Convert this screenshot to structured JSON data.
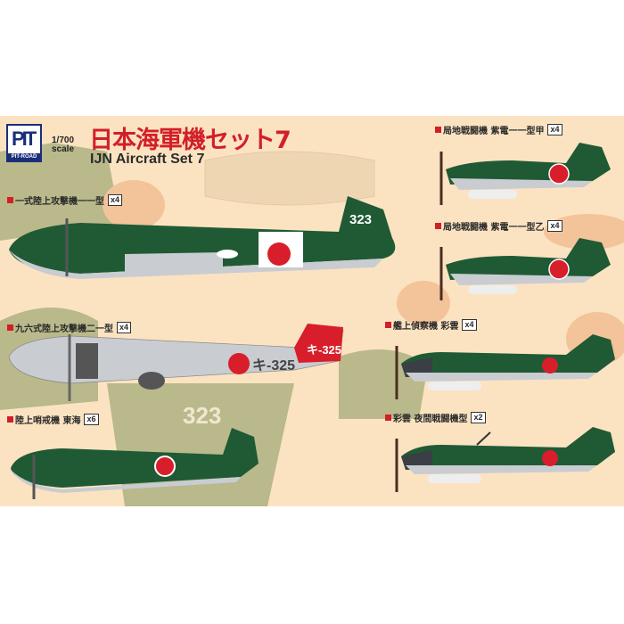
{
  "brand": {
    "logo_text": "PIT-ROAD",
    "scale": [
      "1/700",
      "scale"
    ]
  },
  "title": {
    "jp": "日本海軍機セット7",
    "en": "IJN Aircraft Set 7"
  },
  "kits": [
    {
      "name": "一式陸上攻撃機一一型",
      "count": "x4",
      "tail_code": "323"
    },
    {
      "name": "九六式陸上攻撃機二一型",
      "count": "x4",
      "tail_code": "キ-325",
      "fuselage_code": "キ-325"
    },
    {
      "name": "陸上哨戒機 東海",
      "count": "x6"
    },
    {
      "name": "局地戦闘機 紫電一一型甲",
      "count": "x4"
    },
    {
      "name": "局地戦闘機 紫電一一型乙",
      "count": "x4"
    },
    {
      "name": "艦上偵察機 彩雲",
      "count": "x4"
    },
    {
      "name": "彩雲 夜間戦闘機型",
      "count": "x2"
    }
  ],
  "background_code": "323",
  "colors": {
    "background": "#fbe3c1",
    "navy_green": "#1f5a35",
    "hinomaru": "#d81e2a",
    "silver": "#c9ccd1",
    "accent_red": "#d21f2a",
    "ghost_green": "#b8b88a"
  }
}
